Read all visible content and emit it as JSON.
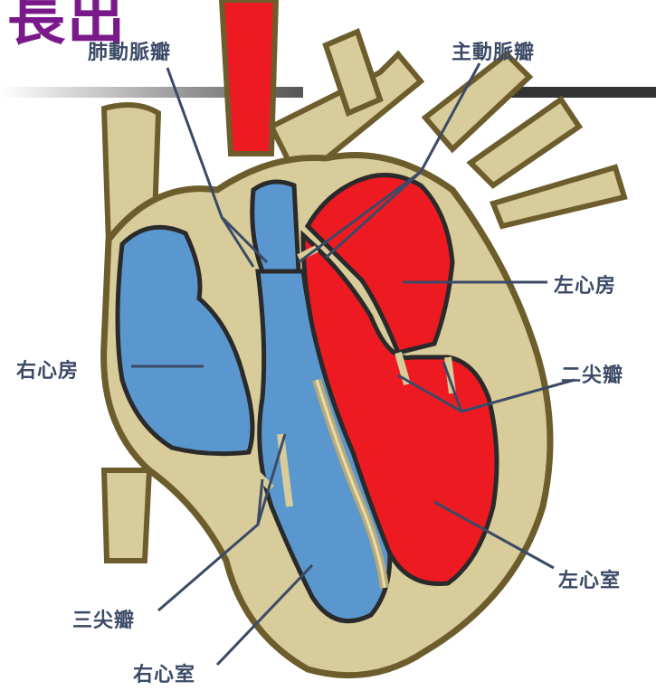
{
  "title_fragment": "長出",
  "labels": {
    "pulmonary_valve": "肺動脈瓣",
    "aortic_valve": "主動脈瓣",
    "left_atrium": "左心房",
    "right_atrium": "右心房",
    "bicuspid_valve": "二尖瓣",
    "left_ventricle": "左心室",
    "tricuspid_valve": "三尖瓣",
    "right_ventricle": "右心室"
  },
  "colors": {
    "oxygenated": "#ee1a22",
    "deoxygenated": "#5a97cf",
    "tissue": "#d8cc9a",
    "outline": "#6e5d2c",
    "label_text": "#3b4a66",
    "title": "#7a1a8a"
  }
}
